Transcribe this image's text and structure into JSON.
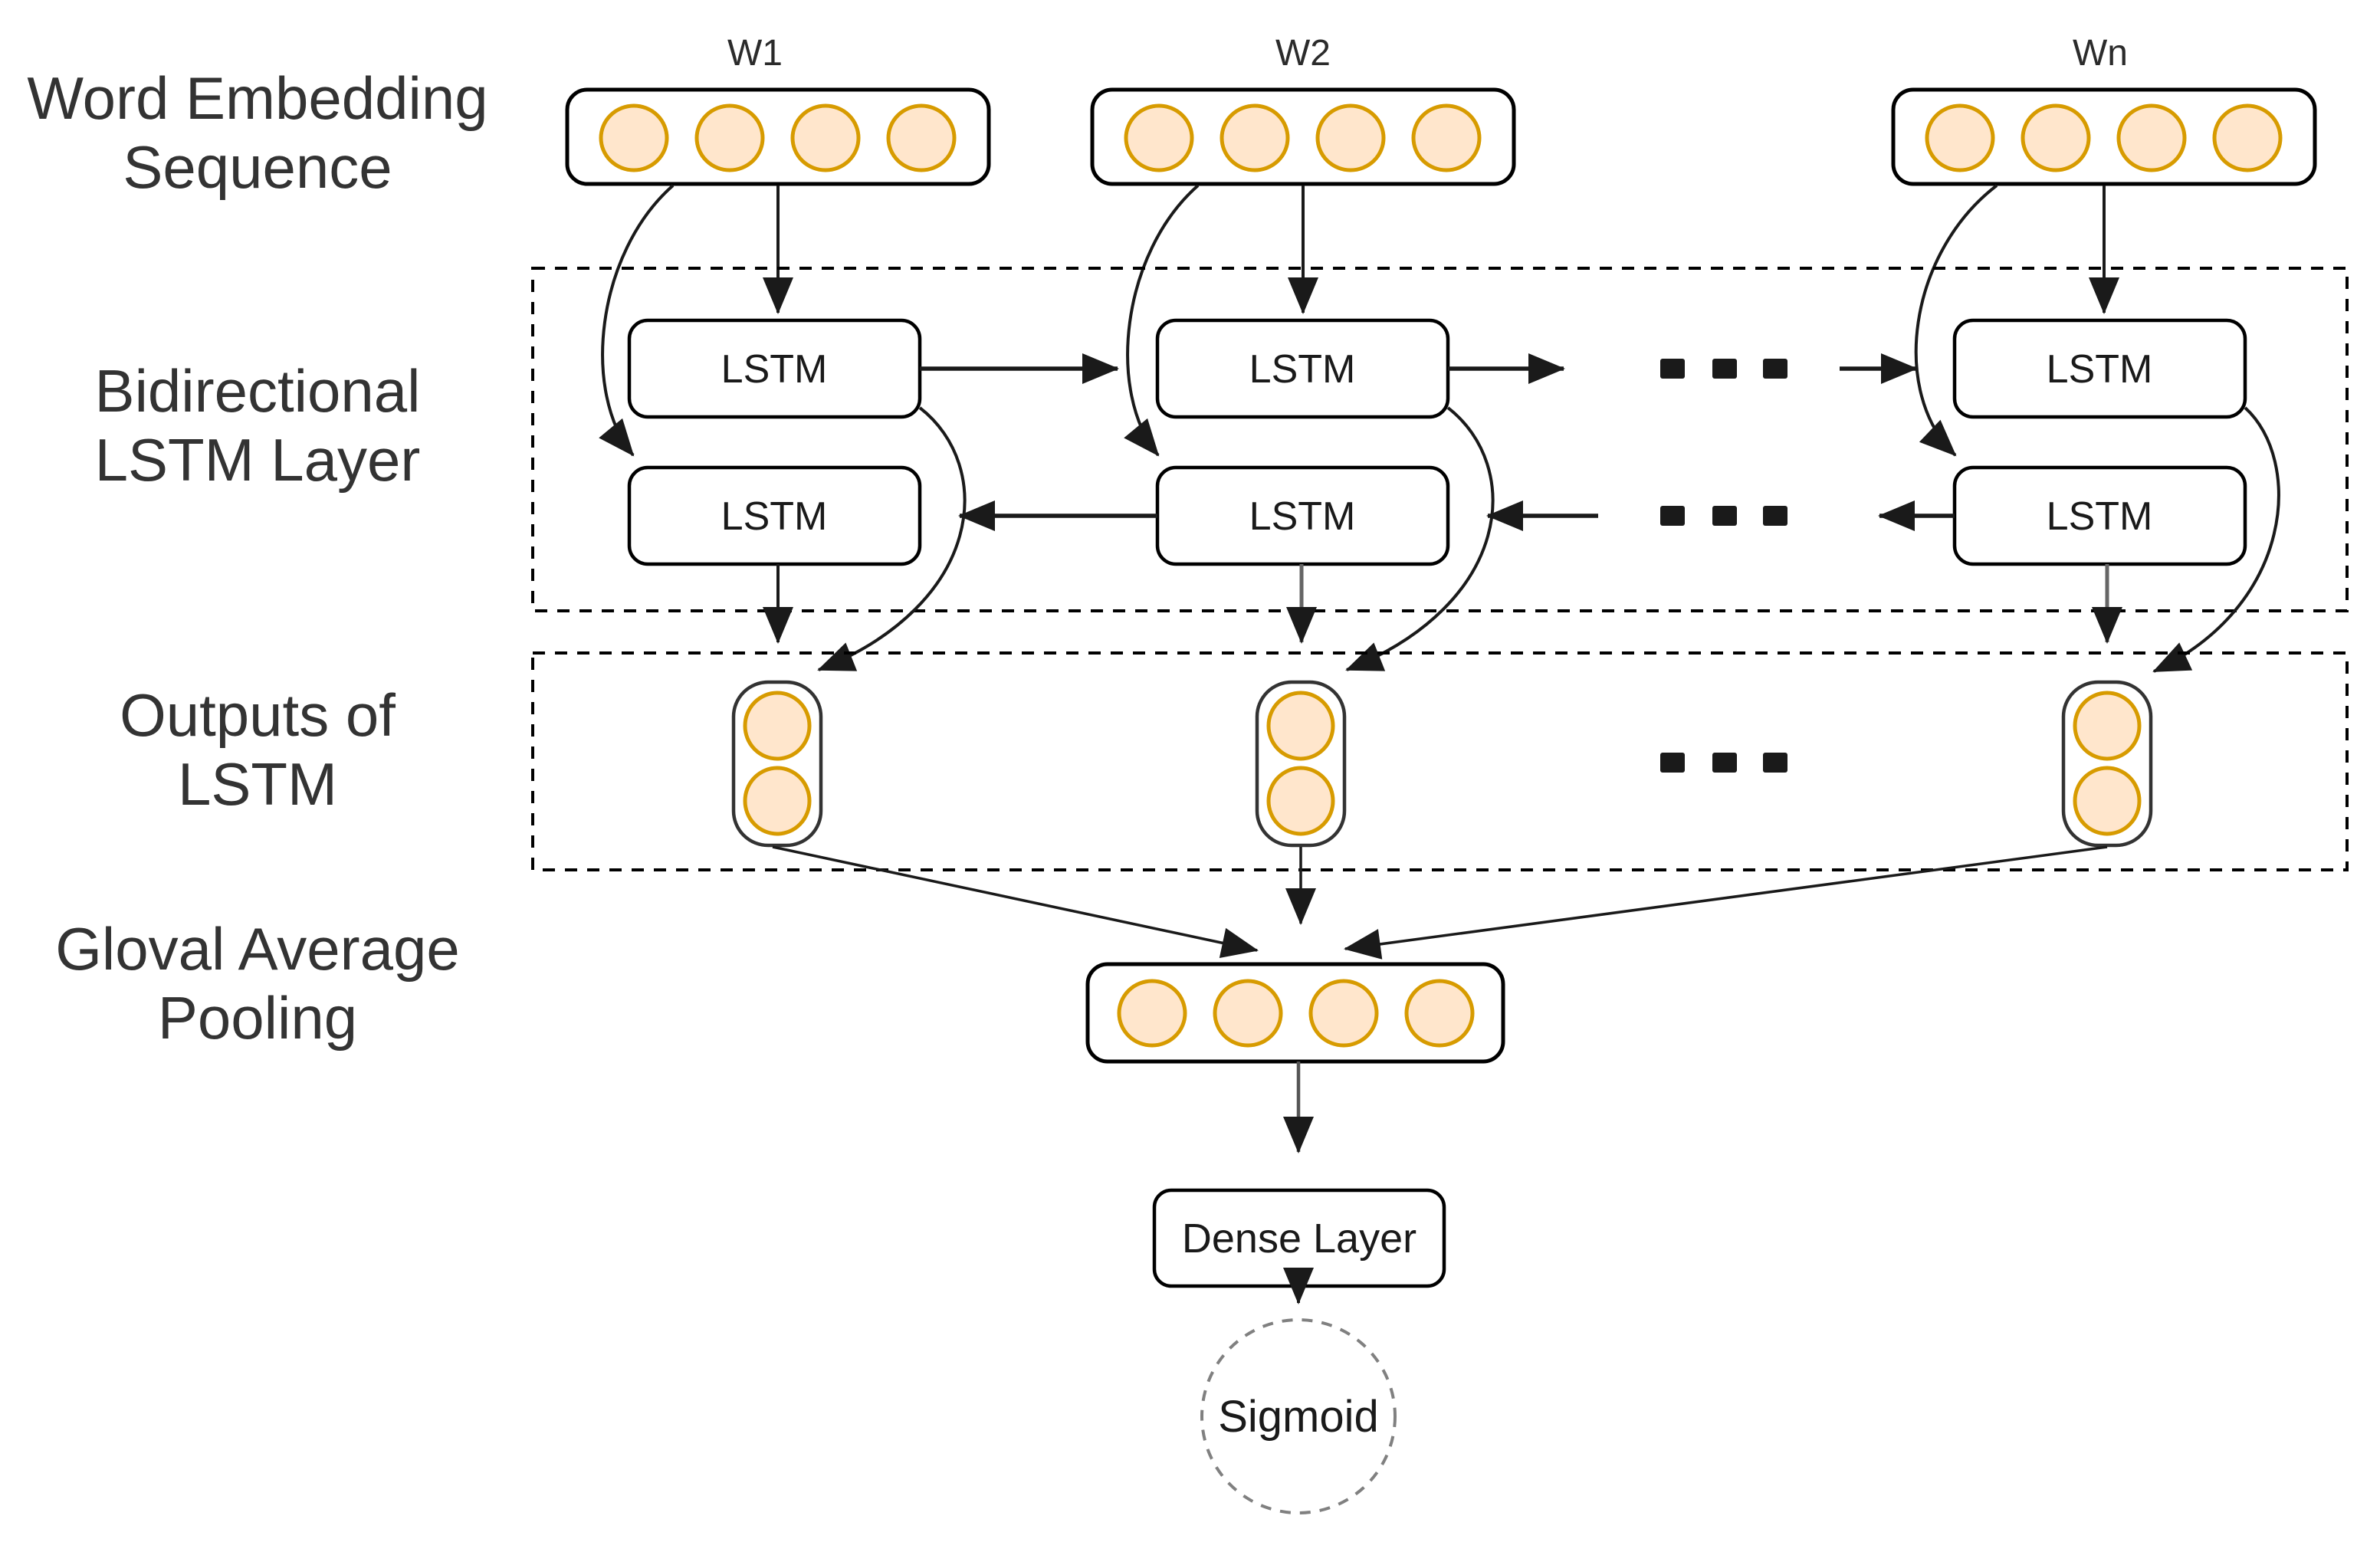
{
  "diagram": {
    "side_labels": [
      {
        "line1": "Word Embedding",
        "line2": "Sequence"
      },
      {
        "line1": "Bidirectional",
        "line2": "LSTM Layer"
      },
      {
        "line1": "Outputs of",
        "line2": "LSTM"
      },
      {
        "line1": "Gloval Average",
        "line2": "Pooling"
      }
    ],
    "word_labels": {
      "w1": "W1",
      "w2": "W2",
      "wn": "Wn"
    },
    "lstm": {
      "forward": [
        "LSTM",
        "LSTM",
        "LSTM"
      ],
      "backward": [
        "LSTM",
        "LSTM",
        "LSTM"
      ]
    },
    "dense_label": "Dense Layer",
    "sigmoid_label": "Sigmoid",
    "icons": {
      "ellipsis": "ellipsis-dots"
    },
    "colors": {
      "cell_fill": "#ffe6cc",
      "cell_stroke": "#d79b00",
      "box_stroke": "#000000",
      "line": "#1a1a1a",
      "grey_line": "#666666",
      "sigmoid_dash": "#808080",
      "background": "#ffffff"
    }
  }
}
